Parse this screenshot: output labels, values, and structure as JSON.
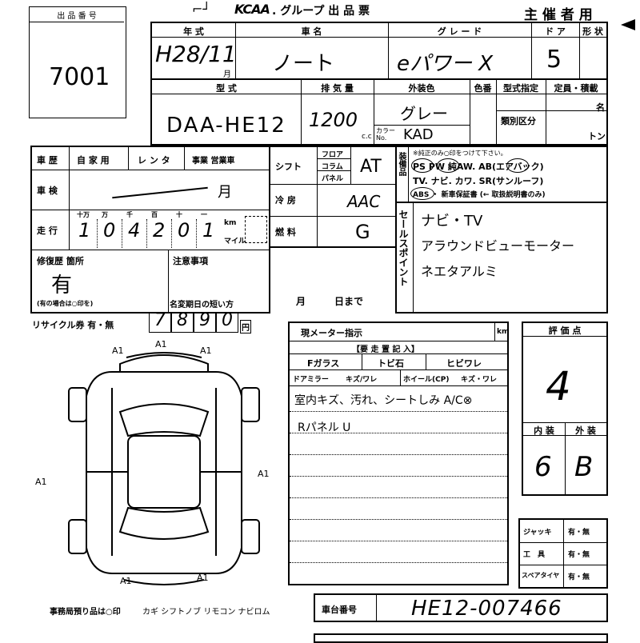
{
  "header": {
    "lot_label": "出 品 番 号",
    "lot_number": "7001",
    "brand": "KCAA",
    "group_title": ". グループ 出 品 票",
    "organizer_use": "主 催 者 用"
  },
  "row1": {
    "labels": {
      "year": "年 式",
      "name": "車 名",
      "grade": "グ レ ー ド",
      "doors": "ド ア",
      "shape": "形 状"
    },
    "values": {
      "year": "H28/11",
      "month_suffix": "月",
      "name": "ノート",
      "grade": "eパワー X",
      "doors": "5"
    }
  },
  "row2": {
    "labels": {
      "model": "型 式",
      "displacement": "排 気 量",
      "ext_color": "外装色",
      "color_no": "色番",
      "type_cert": "型式指定",
      "capacity": "定員・積載",
      "persons": "名",
      "category": "類別区分",
      "tons": "トン",
      "color_code_label": "カラー No.",
      "cc_unit": "c.c"
    },
    "values": {
      "model": "DAA-HE12",
      "displacement": "1200",
      "ext_color": "グレー",
      "color_code": "KAD"
    }
  },
  "history": {
    "labels": {
      "history": "車 歴",
      "private": "自 家 用",
      "rental": "レ ン タ",
      "business": "事業 営業車",
      "inspection": "車 検",
      "mileage": "走 行",
      "units": [
        "十万",
        "万",
        "千",
        "百",
        "十",
        "一"
      ],
      "km": "km",
      "mile": "マイル",
      "repair": "修復歴 箇所",
      "repair_note": "(有の場合は○印を)",
      "notes": "注意事項",
      "name_change": "名変期日の短い方",
      "month": "月",
      "day_until": "日まで"
    },
    "values": {
      "inspection_month": "月",
      "mileage_digits": [
        "1",
        "0",
        "4",
        "2",
        "0",
        "1"
      ],
      "repair": "有"
    }
  },
  "shift": {
    "labels": {
      "shift": "シフト",
      "floor": "フロア",
      "column": "コラム",
      "panel": "パネル",
      "ac": "冷 房",
      "fuel": "燃 料"
    },
    "values": {
      "shift": "AT",
      "ac": "AAC",
      "fuel": "G"
    }
  },
  "equipment": {
    "label": "装備品",
    "note": "※純正のみ○印をつけて下さい。",
    "line1": "PS  PW  純AW.  AB(エアバック)",
    "line2": "TV. ナビ. カワ. SR(サンルーフ)",
    "line3": "ABS ・ 新車保証書 (← 取扱説明書のみ)"
  },
  "sales": {
    "label": "セールスポイント",
    "points": [
      "ナビ・TV",
      "アラウンドビューモーター",
      "ネエタアルミ"
    ]
  },
  "recycle": {
    "label": "リサイクル券 有・無",
    "digits": [
      "7",
      "8",
      "9",
      "0"
    ],
    "unit": "円"
  },
  "meter": {
    "label": "現メーター指示",
    "km": "km",
    "notice_header": "【要 走 置 記 入】",
    "f_glass": "Fガラス",
    "tobi_ishi": "トビ石",
    "hibiware": "ヒビワレ",
    "door_mirror": "ドアミラー",
    "kizu_ware": "キズ/ワレ",
    "wheel": "ホイール(CP)",
    "wheel_kizu": "キズ・ワレ",
    "handwritten": [
      "室内キズ、汚れ、シートしみ A/C⊗",
      "Rパネル U"
    ]
  },
  "score": {
    "label": "評 価 点",
    "value": "4",
    "interior_label": "内 装",
    "exterior_label": "外 装",
    "interior": "6",
    "exterior": "B"
  },
  "tools": {
    "jack": "ジャッキ",
    "jack_val": "有・無",
    "tool": "工　具",
    "tool_val": "有・無",
    "spare": "スペアタイヤ",
    "spare_val": "有・無"
  },
  "diagram": {
    "marks": [
      "A1",
      "A1",
      "A1",
      "A1",
      "A1",
      "A1",
      "A1"
    ]
  },
  "footer": {
    "office_note": "事務局預り品は○印",
    "items": "カギ シフトノブ リモコン ナビロム",
    "chassis_label": "車台番号",
    "chassis_value": "HE12-007466"
  }
}
